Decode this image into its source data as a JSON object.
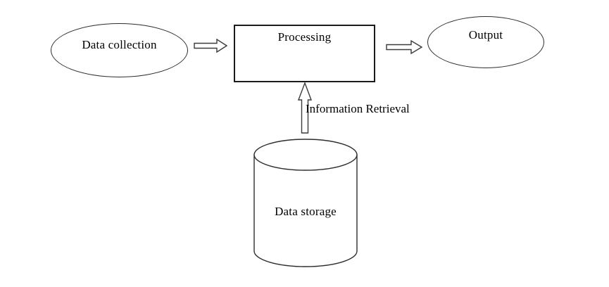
{
  "diagram": {
    "nodes": {
      "data_collection": {
        "label": "Data collection",
        "shape": "ellipse"
      },
      "processing": {
        "label": "Processing",
        "shape": "rectangle"
      },
      "output": {
        "label": "Output",
        "shape": "ellipse"
      },
      "data_storage": {
        "label": "Data storage",
        "shape": "cylinder"
      }
    },
    "flows": [
      {
        "from": "data_collection",
        "to": "processing",
        "arrow": "block-right"
      },
      {
        "from": "processing",
        "to": "output",
        "arrow": "block-right"
      },
      {
        "from": "data_storage",
        "to": "processing",
        "arrow": "block-up",
        "label": "Information Retrieval"
      }
    ],
    "labels": {
      "information_retrieval": "Information Retrieval"
    },
    "colors": {
      "background": "#ffffff",
      "stroke": "#2d2d2d",
      "box_stroke": "#1a1a1a",
      "text": "#000000"
    }
  }
}
